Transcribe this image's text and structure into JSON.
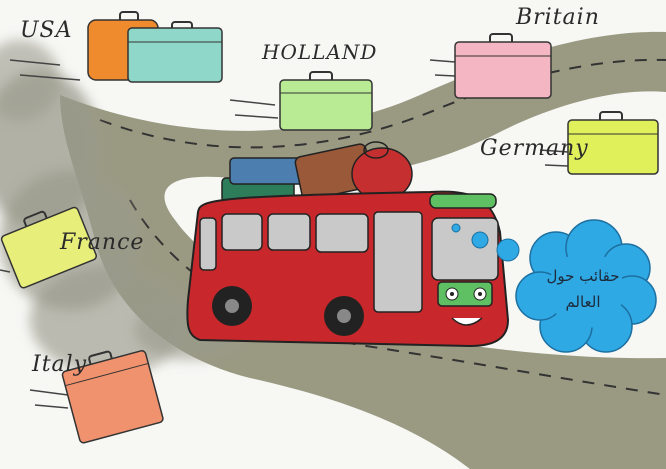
{
  "countries": {
    "usa": "USA",
    "britain": "Britain",
    "holland": "HOLLAND",
    "germany": "Germany",
    "france": "France",
    "italy": "Italy"
  },
  "title": {
    "line1": "حقائب حول",
    "line2": "العالم"
  },
  "colors": {
    "road": "#8f8f77",
    "bus": "#c8282b",
    "cloud": "#2fa9e4",
    "smoke": "#9a9a8c",
    "suitcase_usa_back": "#ef8a2d",
    "suitcase_usa_front": "#8fd8c9",
    "suitcase_britain": "#f4b6c2",
    "suitcase_holland": "#b9eb95",
    "suitcase_germany": "#dff05a",
    "suitcase_france": "#e8ee7a",
    "suitcase_italy": "#f1926e"
  },
  "icons": [
    "suitcase-icon",
    "bus-icon",
    "cloud-icon",
    "smoke-icon",
    "road-icon"
  ]
}
